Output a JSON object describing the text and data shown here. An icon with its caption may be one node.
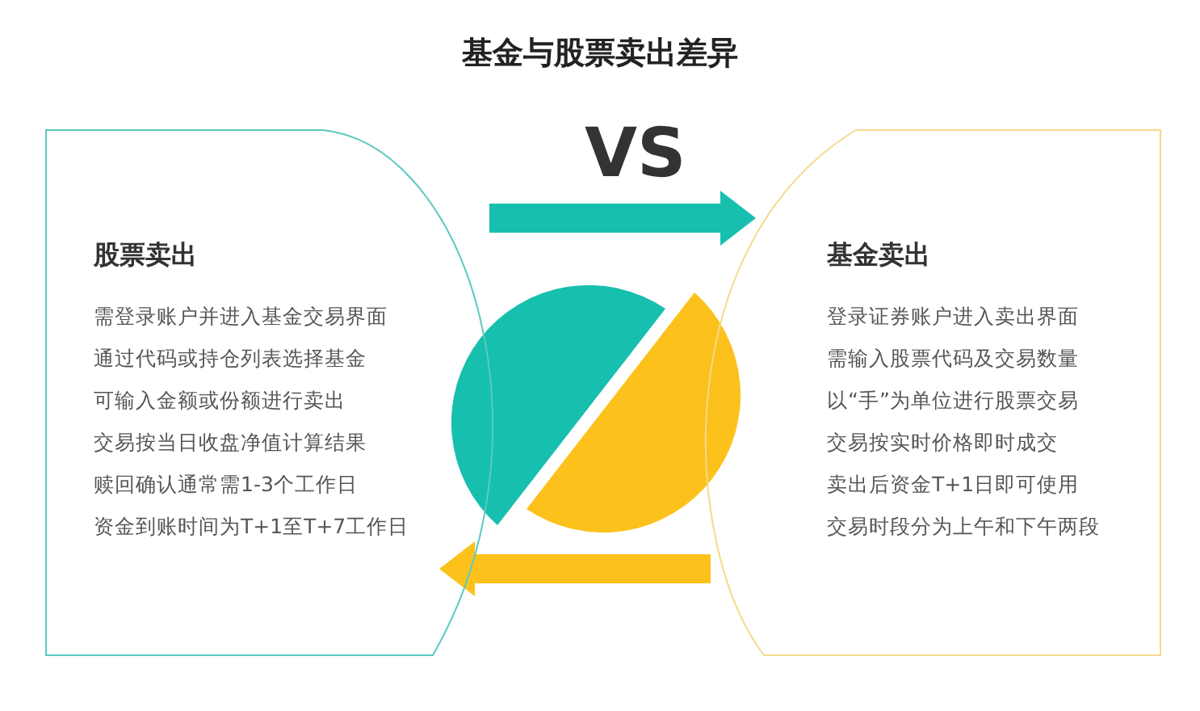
{
  "diagram": {
    "title": "基金与股票卖出差异",
    "nodes": [
      {
        "text": [
          "股票卖出",
          "需登录账户并进入基金交易界面",
          "通过代码或持仓列表选择基金",
          "可输入金额或份额进行卖出",
          "交易按当日收盘净值计算结果",
          "赎回确认通常需1-3个工作日",
          "资金到账时间为T+1至T+7工作日"
        ]
      },
      {
        "text": [
          "基金卖出",
          "登录证券账户进入卖出界面",
          "需输入股票代码及交易数量",
          "以“手”为单位进行股票交易",
          "交易按实时价格即时成交",
          "卖出后资金T+1日即可使用",
          "交易时段分为上午和下午两段"
        ]
      }
    ],
    "edges": [
      {
        "from": 0,
        "to": 1,
        "arrow": "to",
        "color": "#17bfae"
      },
      {
        "from": 1,
        "to": 0,
        "arrow": "to",
        "color": "#fcc21b"
      }
    ],
    "labels": [
      "VS"
    ]
  }
}
